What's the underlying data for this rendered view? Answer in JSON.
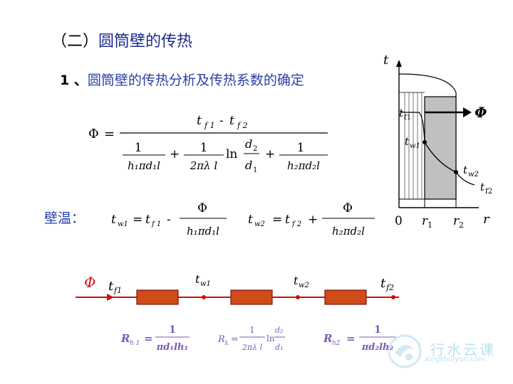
{
  "title": {
    "prefix": "（二）",
    "text": "圆筒壁的传热"
  },
  "subtitle": {
    "num": "1 、",
    "text": "圆筒壁的传热分析及传热系数的确定"
  },
  "wall_temp_label": "壁温：",
  "formula": {
    "phi": "Φ",
    "eq": "=",
    "plus": "+",
    "minus": "-",
    "tf1": "t",
    "tf1_sub": "f 1",
    "tf2": "t",
    "tf2_sub": "f 2",
    "one": "1",
    "ln": "ln",
    "den1": "h₁πd₁l",
    "den2": "2πλ l",
    "den3": "h₂πd₂l",
    "d2": "d",
    "d2_sub": "2",
    "d1": "d",
    "d1_sub": "1"
  },
  "wall_eq": {
    "tw1": "t",
    "tw1_sub": "w1",
    "tw2": "t",
    "tw2_sub": "w2",
    "tf1": "t",
    "tf1_sub": "f 1",
    "tf2": "t",
    "tf2_sub": "f 2",
    "phi": "Φ",
    "den1": "h₁πd₁l",
    "den2": "h₂πd₂l",
    "eq": "=",
    "minus": "-",
    "plus": "+"
  },
  "graph": {
    "t_axis": "t",
    "r_axis": "r",
    "origin": "0",
    "r1": "r",
    "r1_sub": "1",
    "r2": "r",
    "r2_sub": "2",
    "tf1": "t",
    "tf1_sub": "f1",
    "tw1": "t",
    "tw1_sub": "w1",
    "tw2": "t",
    "tw2_sub": "w2",
    "tf2": "t",
    "tf2_sub": "f2",
    "phi": "Φ"
  },
  "circuit": {
    "phi": "Φ",
    "tf1": "t",
    "tf1_sub": "f1",
    "tw1": "t",
    "tw1_sub": "w1",
    "tw2": "t",
    "tw2_sub": "w2",
    "tf2": "t",
    "tf2_sub": "f2",
    "colors": {
      "line": "#cc1111",
      "resistor": "#d04a1a",
      "resistor_edge": "#7a1a0a",
      "res_text": "#7b5bb5"
    }
  },
  "resistances": {
    "rh1": "R",
    "rh1_sub": "h 1",
    "rh1_den": "πd₁lh₁",
    "rl": "R",
    "rl_sub": "λ",
    "rl_den": "2πλ l",
    "rh2": "R",
    "rh2_sub": "h2",
    "rh2_den": "πd₂lh₂",
    "one": "1",
    "eq": "=",
    "ln": "ln",
    "d2": "d₂",
    "d1": "d₁"
  },
  "watermark": {
    "cn": "行水云课",
    "url": "xingshuiyun.com"
  },
  "colors": {
    "title_blue": "#1a2a8c",
    "text_blue": "#2a3fa8",
    "wall_gray": "#c0c0c0"
  }
}
